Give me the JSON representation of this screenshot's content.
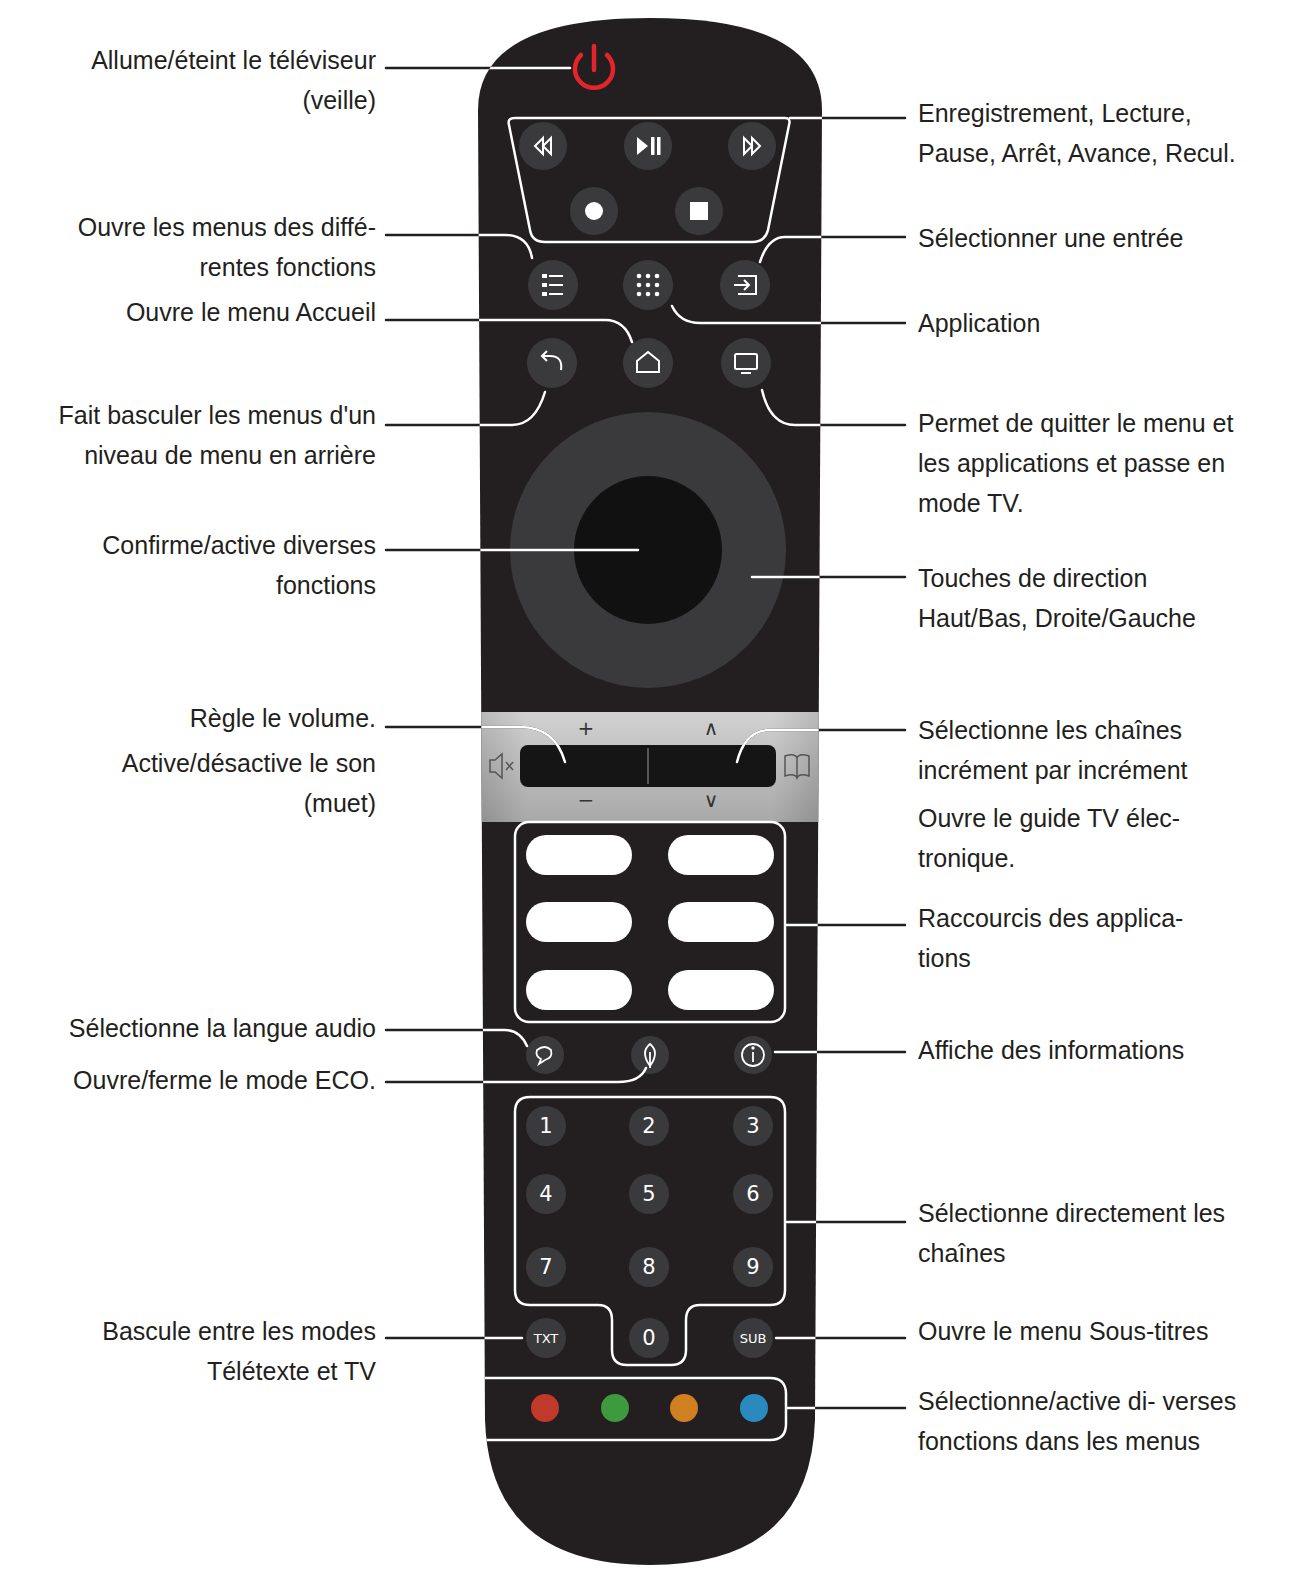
{
  "diagram": {
    "nodes": [
      {
        "text": [
          "1"
        ]
      },
      {
        "text": [
          "2"
        ]
      },
      {
        "text": [
          "3"
        ]
      },
      {
        "text": [
          "4"
        ]
      },
      {
        "text": [
          "5"
        ]
      },
      {
        "text": [
          "6"
        ]
      },
      {
        "text": [
          "7"
        ]
      },
      {
        "text": [
          "8"
        ]
      },
      {
        "text": [
          "9"
        ]
      },
      {
        "text": [
          "TXT"
        ]
      },
      {
        "text": [
          "0"
        ]
      },
      {
        "text": [
          "SUB"
        ]
      }
    ],
    "labels": [
      "Allume/éteint le téléviseur (veille)",
      "Ouvre les menus des diffé- rentes fonctions",
      "Ouvre le menu Accueil",
      "Fait basculer les menus d'un niveau de menu en arrière",
      "Confirme/active diverses fonctions",
      "Règle le volume.",
      "Active/désactive le son (muet)",
      "Sélectionne la langue audio",
      "Ouvre/ferme le mode ECO.",
      "Bascule entre les modes Télétexte et TV",
      "Enregistrement, Lecture, Pause, Arrêt, Avance, Recul.",
      "Sélectionner une entrée",
      "Application",
      "Permet de quitter le menu et les applications et passe en mode TV.",
      "Touches de direction Haut/Bas, Droite/Gauche",
      "Sélectionne les chaînes incrément par incrément",
      "Ouvre le guide TV élec- tronique.",
      "Raccourcis des applica- tions",
      "Affiche des informations",
      "Sélectionne directement les chaînes",
      "Ouvre le menu Sous-titres",
      "Sélectionne/active di- verses fonctions dans les menus",
      "+",
      "∧",
      "−",
      "∨"
    ]
  }
}
